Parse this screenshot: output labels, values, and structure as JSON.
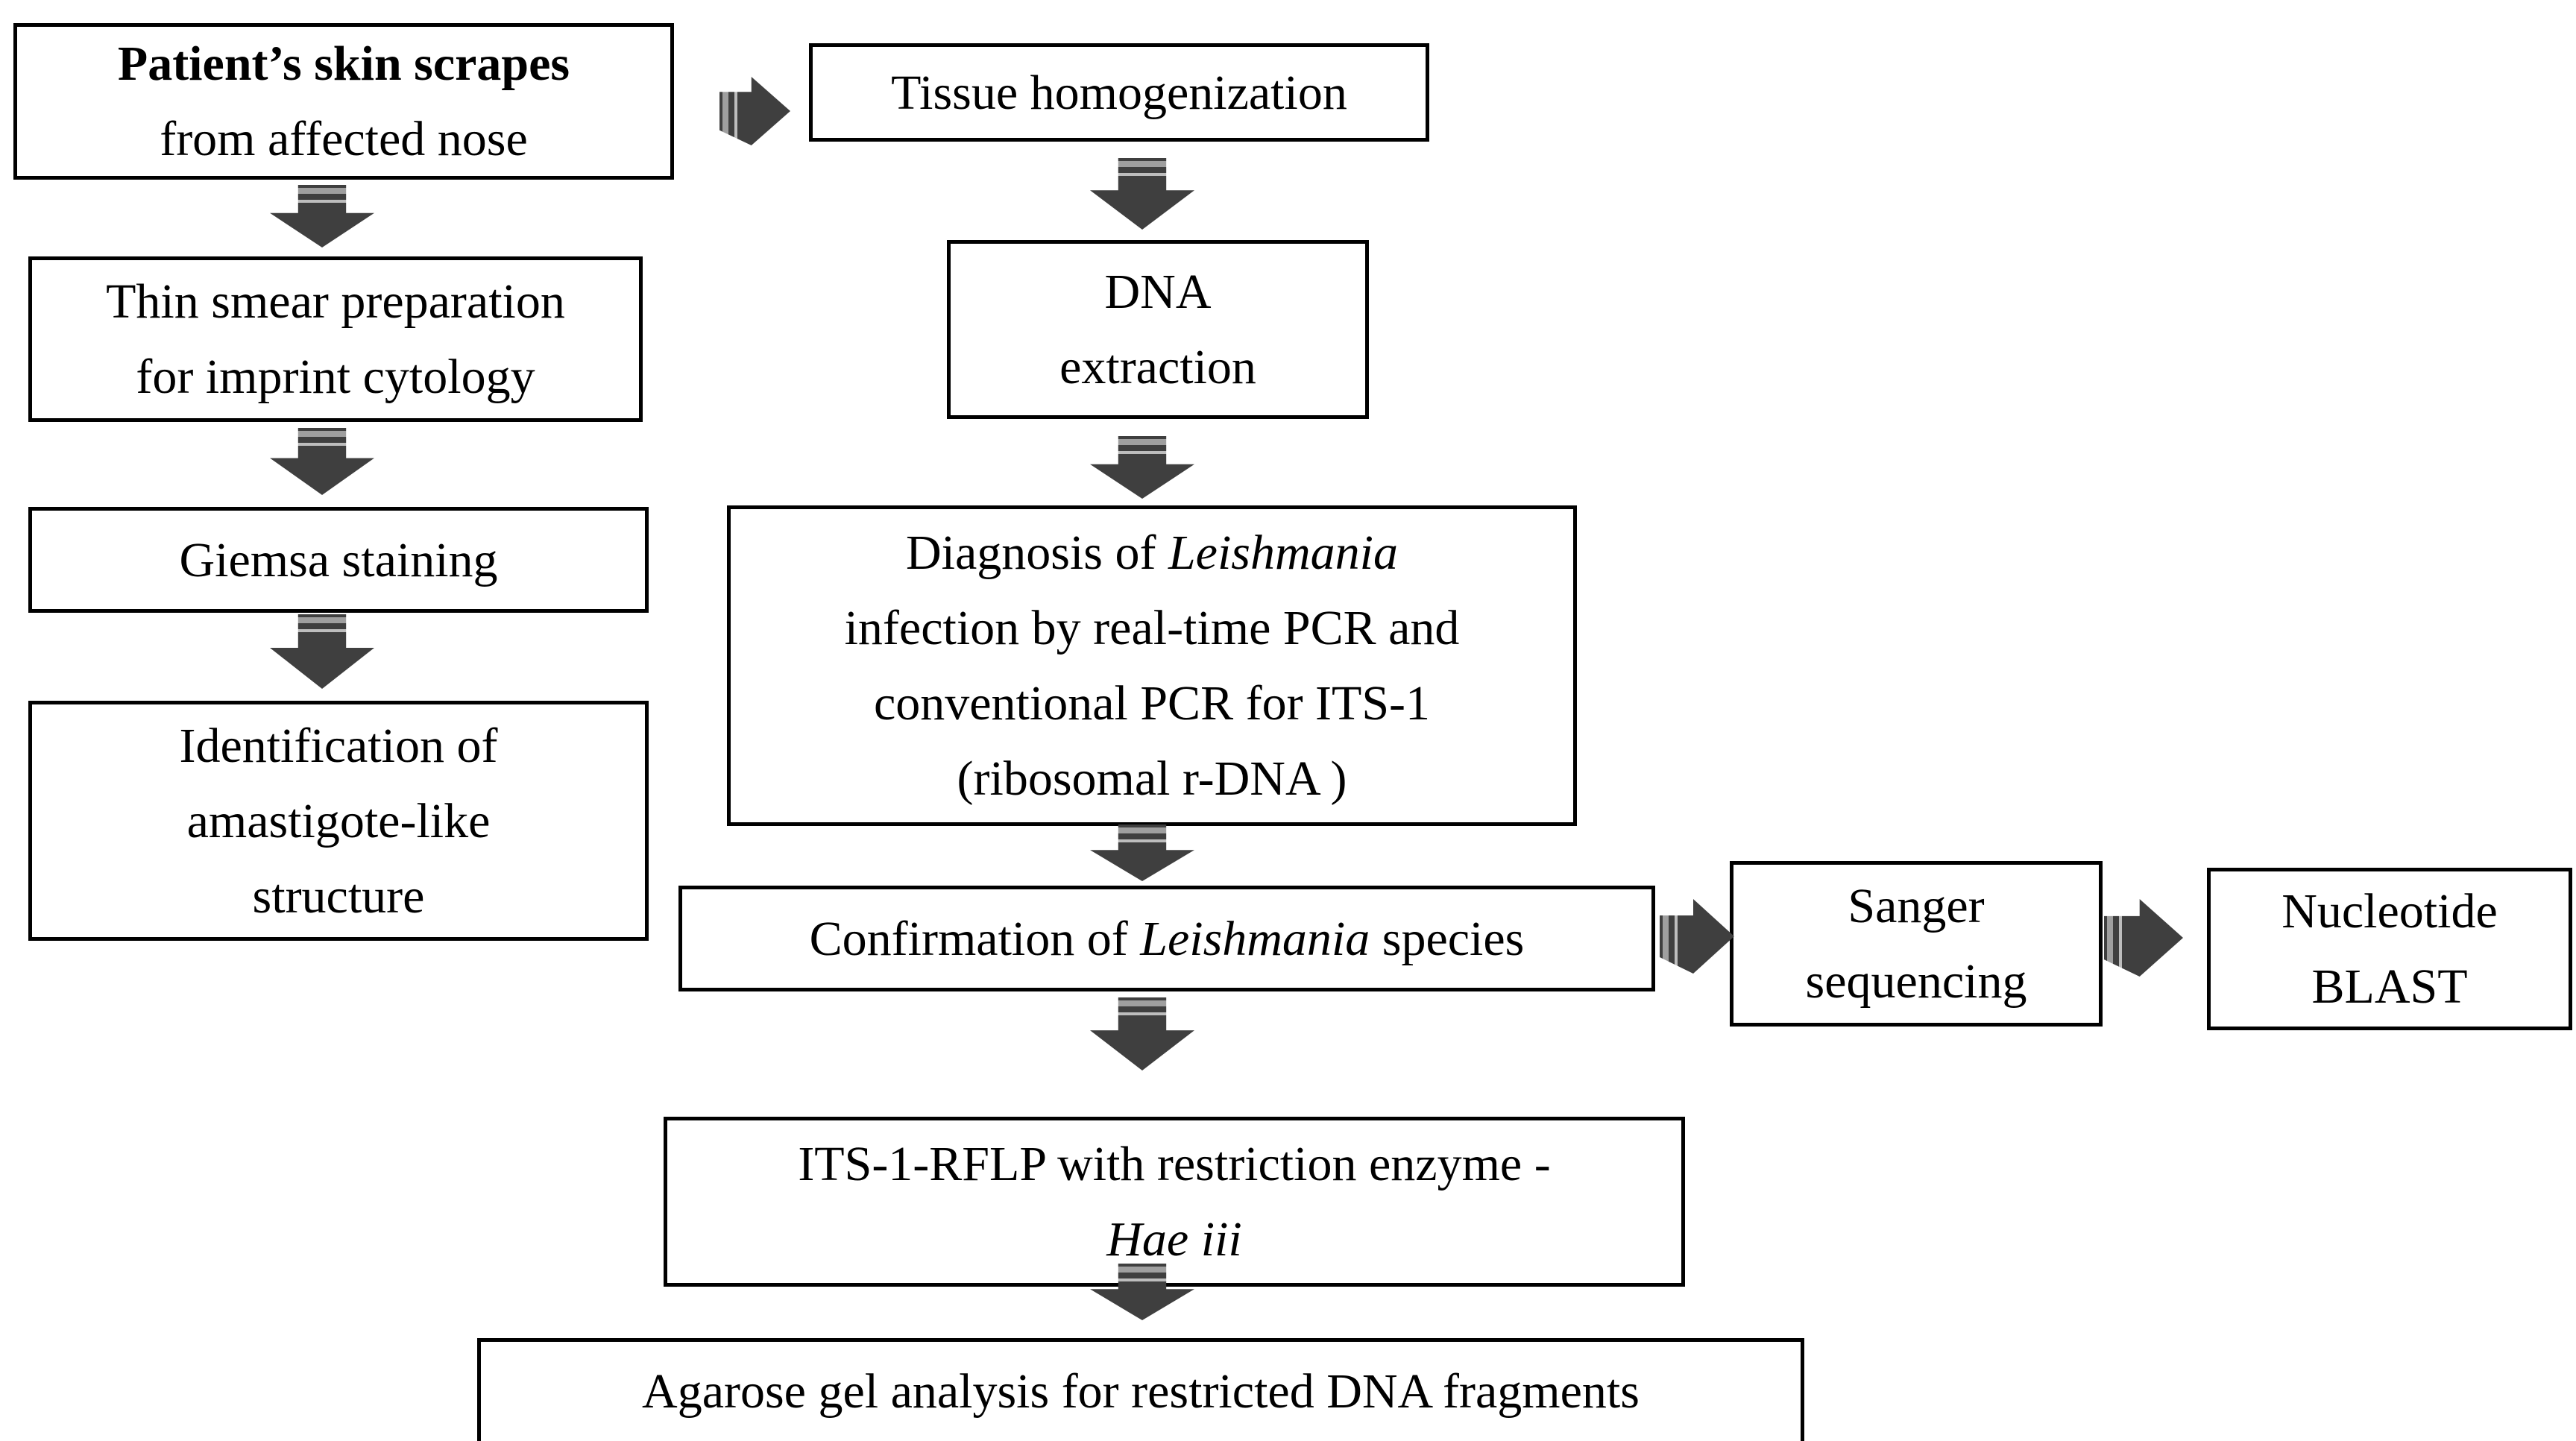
{
  "colors": {
    "background": "#ffffff",
    "box_border": "#000000",
    "text": "#000000",
    "arrow_fill": "#3f3f3f",
    "arrow_stripe_light": "#9f9f9f",
    "arrow_stripe_mid": "#bdbdbd"
  },
  "boxes": {
    "patient": {
      "line1": "Patient’s skin scrapes",
      "line2": "from affected nose"
    },
    "tissue": {
      "label": "Tissue homogenization"
    },
    "thin_smear": {
      "line1": "Thin smear preparation",
      "line2": "for imprint  cytology"
    },
    "dna": {
      "line1": "DNA",
      "line2": "extraction"
    },
    "giemsa": {
      "label": "Giemsa staining"
    },
    "diagnosis": {
      "line1_pre": "Diagnosis of ",
      "line1_italic": "Leishmania",
      "line2": "infection by real-time PCR and",
      "line3": "conventional PCR for ITS-1",
      "line4": "(ribosomal r-DNA )"
    },
    "identification": {
      "line1": "Identification of",
      "line2": "amastigote-like",
      "line3": "structure"
    },
    "confirmation": {
      "pre": "Confirmation of ",
      "italic": "Leishmania",
      "post": " species"
    },
    "sanger": {
      "line1": "Sanger",
      "line2": "sequencing"
    },
    "blast": {
      "line1": "Nucleotide",
      "line2": "BLAST"
    },
    "rflp": {
      "line1": "ITS-1-RFLP with restriction enzyme -",
      "line2_italic": "Hae iii"
    },
    "agarose": {
      "label": "Agarose gel analysis for restricted DNA fragments"
    }
  }
}
